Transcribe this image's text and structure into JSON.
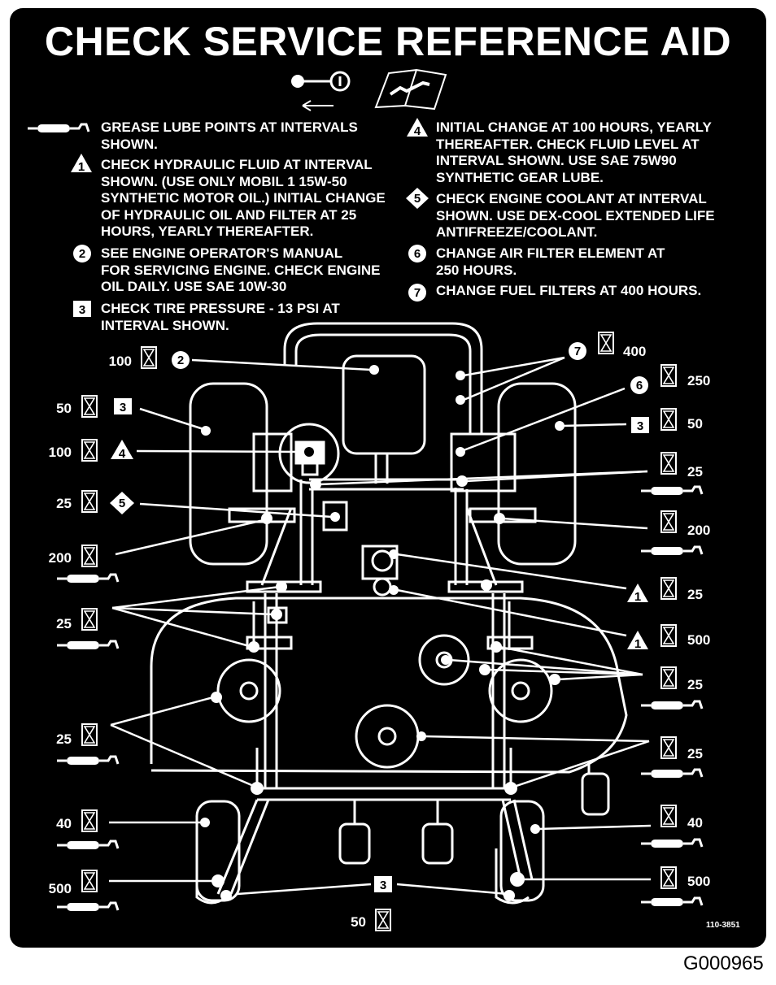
{
  "title": "CHECK SERVICE REFERENCE AID",
  "figure_id": "G000965",
  "part_number": "110-3851",
  "colors": {
    "background": "#000000",
    "ink": "#ffffff",
    "page": "#ffffff"
  },
  "notes": {
    "grease": {
      "icon": "grease-gun-icon",
      "text": "GREASE LUBE POINTS AT INTERVALS\nSHOWN."
    },
    "n1": {
      "icon": "triangle-1-icon",
      "text": "CHECK HYDRAULIC FLUID AT INTERVAL\nSHOWN. (USE ONLY MOBIL 1 15W-50\nSYNTHETIC MOTOR OIL.)  INITIAL CHANGE\nOF HYDRAULIC OIL AND FILTER AT 25\nHOURS, YEARLY THEREAFTER."
    },
    "n2": {
      "icon": "circle-2-icon",
      "text": "SEE ENGINE OPERATOR'S MANUAL\nFOR SERVICING ENGINE. CHECK ENGINE\nOIL DAILY. USE SAE 10W-30"
    },
    "n3": {
      "icon": "square-3-icon",
      "text": "CHECK TIRE PRESSURE - 13 PSI AT\nINTERVAL SHOWN."
    },
    "n4": {
      "icon": "triangle-4-icon",
      "text": "INITIAL CHANGE AT 100 HOURS, YEARLY\nTHEREAFTER.  CHECK FLUID LEVEL AT\nINTERVAL SHOWN. USE SAE 75W90\nSYNTHETIC GEAR LUBE."
    },
    "n5": {
      "icon": "diamond-5-icon",
      "text": "CHECK ENGINE COOLANT AT INTERVAL\nSHOWN. USE DEX-COOL EXTENDED LIFE\nANTIFREEZE/COOLANT."
    },
    "n6": {
      "icon": "circle-6-icon",
      "text": "CHANGE AIR FILTER ELEMENT AT\n250 HOURS."
    },
    "n7": {
      "icon": "circle-7-icon",
      "text": "CHANGE FUEL FILTERS AT 400 HOURS."
    }
  },
  "badges": {
    "b1": "1",
    "b2": "2",
    "b3": "3",
    "b4": "4",
    "b5": "5",
    "b6": "6",
    "b7": "7"
  },
  "header_icons": [
    "key-icon",
    "manual-book-icon",
    "arrow-left-icon"
  ],
  "callouts": {
    "l1": "100",
    "l2": "50",
    "l3": "100",
    "l4": "25",
    "l5": "200",
    "l6": "25",
    "l7": "25",
    "l8": "40",
    "l9": "500",
    "l10": "50",
    "r1": "400",
    "r2": "250",
    "r3": "50",
    "r4": "25",
    "r5": "200",
    "r6": "25",
    "r7": "500",
    "r8": "25",
    "r9": "25",
    "r10": "40",
    "r11": "500"
  }
}
